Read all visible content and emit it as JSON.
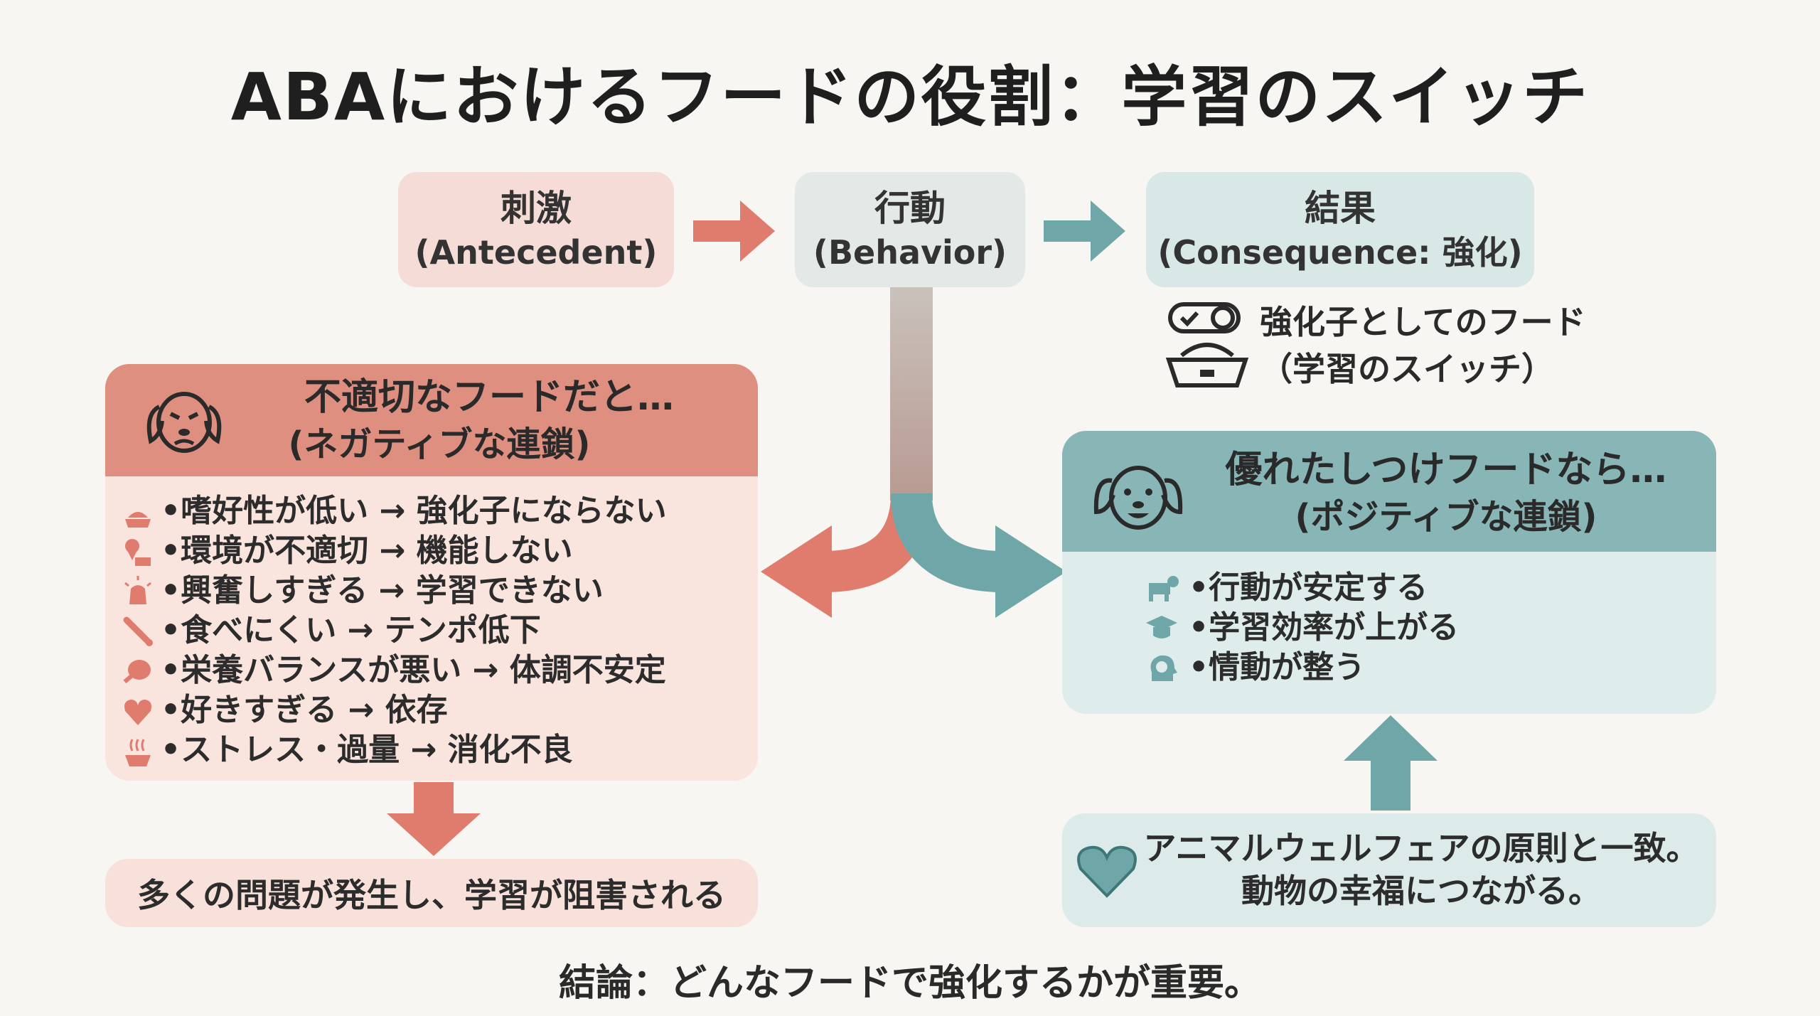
{
  "title": "ABAにおけるフードの役割：学習のスイッチ",
  "flow": {
    "antecedent": {
      "line1": "刺激",
      "line2": "(Antecedent)"
    },
    "behavior": {
      "line1": "行動",
      "line2": "(Behavior)"
    },
    "consequence": {
      "line1": "結果",
      "line2": "(Consequence: 強化)"
    }
  },
  "reinforcer": {
    "line1": "強化子としてのフード",
    "line2": "（学習のスイッチ）"
  },
  "negative": {
    "heading1": "不適切なフードだと…",
    "heading2": "(ネガティブな連鎖)",
    "items": [
      {
        "icon": "food-bowl-icon",
        "text": "•嗜好性が低い → 強化子にならない"
      },
      {
        "icon": "location-pin-icon",
        "text": "•環境が不適切 → 機能しない"
      },
      {
        "icon": "alarm-light-icon",
        "text": "•興奮しすぎる → 学習できない"
      },
      {
        "icon": "bone-chew-icon",
        "text": "•食べにくい → テンポ低下"
      },
      {
        "icon": "meat-icon",
        "text": "•栄養バランスが悪い → 体調不安定"
      },
      {
        "icon": "heart-icon",
        "text": "•好きすぎる → 依存"
      },
      {
        "icon": "steaming-bowl-icon",
        "text": "•ストレス・過量 → 消化不良"
      }
    ],
    "result": "多くの問題が発生し、学習が阻害される"
  },
  "positive": {
    "heading1": "優れたしつけフードなら…",
    "heading2": "(ポジティブな連鎖)",
    "items": [
      {
        "icon": "dog-icon",
        "text": "•行動が安定する"
      },
      {
        "icon": "graduation-cap-icon",
        "text": "•学習効率が上がる"
      },
      {
        "icon": "brain-head-icon",
        "text": "•情動が整う"
      }
    ],
    "result_line1": "アニマルウェルフェアの原則と一致。",
    "result_line2": "動物の幸福につながる。"
  },
  "conclusion": "結論：どんなフードで強化するかが重要。",
  "colors": {
    "negative_accent": "#df8f7f",
    "positive_accent": "#88b5b6",
    "arrow_red": "#e07c6d",
    "arrow_teal": "#6fa7a8"
  }
}
